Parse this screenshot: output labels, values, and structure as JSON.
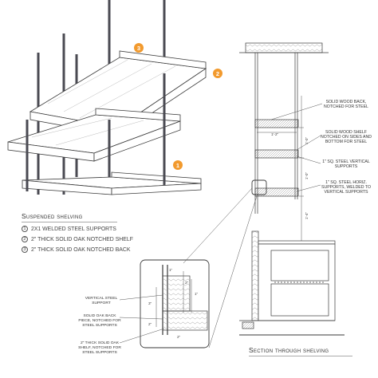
{
  "diagram": {
    "markers": [
      "3",
      "2",
      "1"
    ],
    "legend": {
      "title": "Suspended shelving",
      "items": [
        {
          "num": "1",
          "text": "2x1 welded steel supports"
        },
        {
          "num": "2",
          "text": "2\" thick solid oak notched shelf"
        },
        {
          "num": "3",
          "text": "2\" thick solid oak notched back"
        }
      ]
    },
    "section": {
      "title": "Section through shelving",
      "callouts": [
        "Solid wood back, notched for steel",
        "Solid wood shelf notched on sides and bottom for steel",
        "1\" sq. steel vertical supports",
        "1\" sq. steel horiz. supports, welded to vertical supports"
      ],
      "dims": [
        "1'-2\"",
        "1'-0\"",
        "1'-0\"",
        "1'-4\""
      ]
    },
    "detail": {
      "callouts": [
        "Vertical steel support",
        "Solid oak back piece, notched for steel supports",
        "2\" thick solid oak shelf, notched for steel supports"
      ],
      "dims": [
        "1\"",
        "2\"",
        "3\"",
        "1\"",
        "2\"",
        "2\""
      ]
    },
    "colors": {
      "line": "#3a3a3a",
      "steel": "#4a4a52",
      "accent": "#f29a2e",
      "light": "#9a9a9a"
    }
  }
}
